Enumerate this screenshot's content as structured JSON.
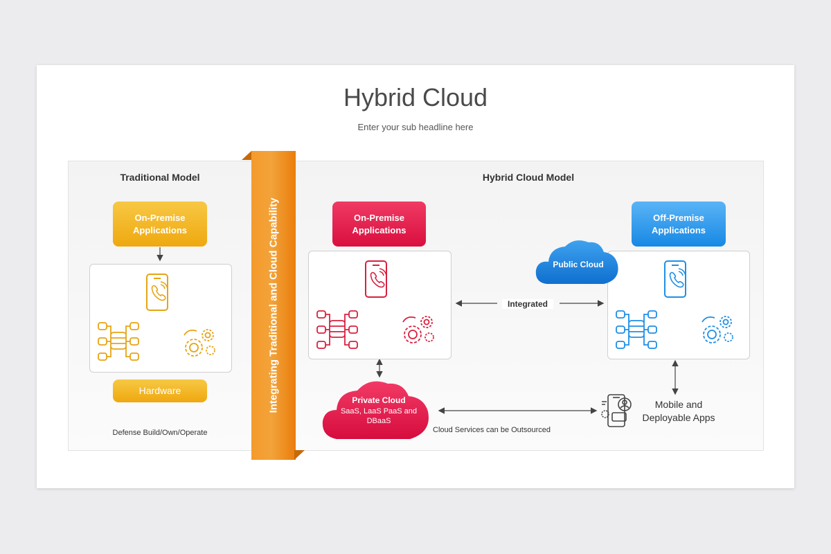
{
  "title": "Hybrid Cloud",
  "subtitle": "Enter your sub headline here",
  "banner": "Integrating Traditional and Cloud Capability",
  "traditional": {
    "heading": "Traditional Model",
    "apps": "On-Premise\nApplications",
    "hardware": "Hardware",
    "caption": "Defense Build/Own/Operate",
    "color": "#f2b21b"
  },
  "hybrid": {
    "heading": "Hybrid Cloud Model",
    "onprem": "On-Premise\nApplications",
    "offprem": "Off-Premise\nApplications",
    "public_cloud": "Public Cloud",
    "private_cloud_title": "Private Cloud",
    "private_cloud_body": "SaaS, LaaS PaaS and\nDBaaS",
    "integrated": "Integrated",
    "outsourced": "Cloud Services can be Outsourced",
    "mobile": "Mobile and\nDeployable Apps",
    "red": "#e8194a",
    "blue": "#1e8fe6"
  },
  "icons": [
    "smartphone-call-icon",
    "database-network-icon",
    "gears-icon",
    "cloud-icon",
    "mobile-app-icon"
  ]
}
